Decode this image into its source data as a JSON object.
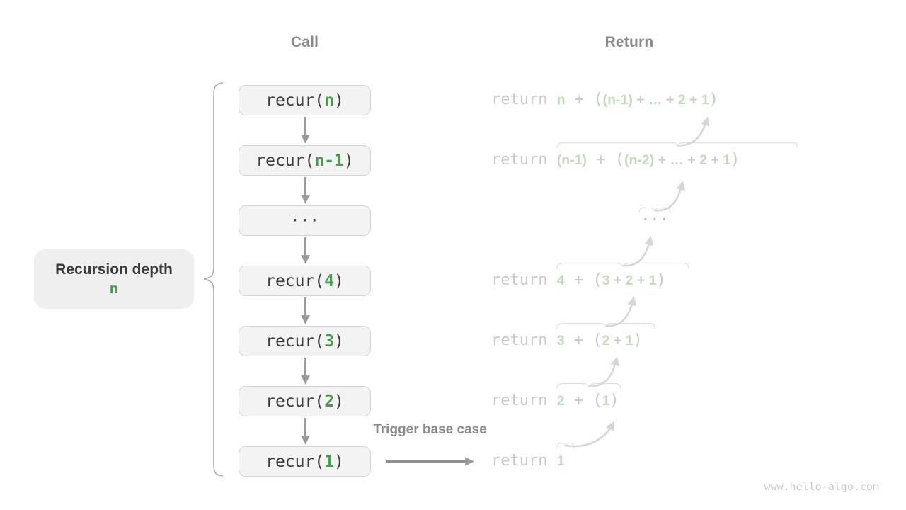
{
  "headers": {
    "call": "Call",
    "return": "Return"
  },
  "side_label": {
    "title": "Recursion depth",
    "value": "n"
  },
  "trigger_label": "Trigger base case",
  "watermark": "www.hello-algo.com",
  "colors": {
    "accent_green": "#4c9a52",
    "light_green": "#c2dcbb",
    "light_teal": "#b9d4d8",
    "code_text": "#3b3b3b",
    "muted_gray": "#c7c9ca",
    "arrow_gray": "#9a9a9a",
    "faint_arrow": "#d6d6d6",
    "brace_gray": "#e0e0e1",
    "box_fill": "#f3f3f4",
    "box_border": "#d5d5d5",
    "label_fill": "#efeff0",
    "header_gray": "#8a8a8a"
  },
  "call_stack": [
    {
      "id": "recur-n",
      "tokens": [
        {
          "t": "recur(",
          "s": "code"
        },
        {
          "t": "n",
          "s": "arg"
        },
        {
          "t": ")",
          "s": "code"
        }
      ]
    },
    {
      "id": "recur-n-1",
      "tokens": [
        {
          "t": "recur(",
          "s": "code"
        },
        {
          "t": "n-1",
          "s": "arg"
        },
        {
          "t": ")",
          "s": "code"
        }
      ]
    },
    {
      "id": "ellipsis",
      "tokens": [
        {
          "t": "···",
          "s": "code"
        }
      ]
    },
    {
      "id": "recur-4",
      "tokens": [
        {
          "t": "recur(",
          "s": "code"
        },
        {
          "t": "4",
          "s": "arg"
        },
        {
          "t": ")",
          "s": "code"
        }
      ]
    },
    {
      "id": "recur-3",
      "tokens": [
        {
          "t": "recur(",
          "s": "code"
        },
        {
          "t": "3",
          "s": "arg"
        },
        {
          "t": ")",
          "s": "code"
        }
      ]
    },
    {
      "id": "recur-2",
      "tokens": [
        {
          "t": "recur(",
          "s": "code"
        },
        {
          "t": "2",
          "s": "arg"
        },
        {
          "t": ")",
          "s": "code"
        }
      ]
    },
    {
      "id": "recur-1",
      "tokens": [
        {
          "t": "recur(",
          "s": "code"
        },
        {
          "t": "1",
          "s": "arg"
        },
        {
          "t": ")",
          "s": "code"
        }
      ]
    }
  ],
  "returns": [
    {
      "id": "return-n",
      "tokens": [
        {
          "t": "return ",
          "s": "ret"
        },
        {
          "t": "n",
          "s": "val"
        },
        {
          "t": " + (",
          "s": "par"
        },
        {
          "t": "(n-1)",
          "s": "val"
        },
        {
          "t": " + ",
          "s": "op"
        },
        {
          "t": "…",
          "s": "dots"
        },
        {
          "t": " + ",
          "s": "op"
        },
        {
          "t": "2",
          "s": "val"
        },
        {
          "t": " + ",
          "s": "op"
        },
        {
          "t": "1",
          "s": "val"
        },
        {
          "t": ")",
          "s": "par"
        }
      ]
    },
    {
      "id": "return-n-1",
      "tokens": [
        {
          "t": "return ",
          "s": "ret"
        },
        {
          "t": "(n-1)",
          "s": "val"
        },
        {
          "t": " + (",
          "s": "par"
        },
        {
          "t": "(n-2)",
          "s": "val"
        },
        {
          "t": " + ",
          "s": "op"
        },
        {
          "t": "…",
          "s": "dots"
        },
        {
          "t": " + ",
          "s": "op"
        },
        {
          "t": "2",
          "s": "val"
        },
        {
          "t": " + ",
          "s": "op"
        },
        {
          "t": "1",
          "s": "val"
        },
        {
          "t": ")",
          "s": "par"
        }
      ]
    },
    {
      "id": "ellipsis",
      "tokens": [
        {
          "t": "···",
          "s": "retdots"
        }
      ]
    },
    {
      "id": "return-4",
      "tokens": [
        {
          "t": "return ",
          "s": "ret"
        },
        {
          "t": "4",
          "s": "val"
        },
        {
          "t": " + (",
          "s": "par"
        },
        {
          "t": "3",
          "s": "val"
        },
        {
          "t": " + ",
          "s": "op"
        },
        {
          "t": "2",
          "s": "val"
        },
        {
          "t": " + ",
          "s": "op"
        },
        {
          "t": "1",
          "s": "val"
        },
        {
          "t": ")",
          "s": "par"
        }
      ]
    },
    {
      "id": "return-3",
      "tokens": [
        {
          "t": "return ",
          "s": "ret"
        },
        {
          "t": "3",
          "s": "val"
        },
        {
          "t": " + (",
          "s": "par"
        },
        {
          "t": "2",
          "s": "val"
        },
        {
          "t": " + ",
          "s": "op"
        },
        {
          "t": "1",
          "s": "val"
        },
        {
          "t": ")",
          "s": "par"
        }
      ]
    },
    {
      "id": "return-2",
      "tokens": [
        {
          "t": "return ",
          "s": "ret"
        },
        {
          "t": "2",
          "s": "val"
        },
        {
          "t": " + (",
          "s": "par"
        },
        {
          "t": "1",
          "s": "val"
        },
        {
          "t": ")",
          "s": "par"
        }
      ]
    },
    {
      "id": "return-1",
      "tokens": [
        {
          "t": "return ",
          "s": "ret"
        },
        {
          "t": "1",
          "s": "val"
        }
      ]
    }
  ]
}
